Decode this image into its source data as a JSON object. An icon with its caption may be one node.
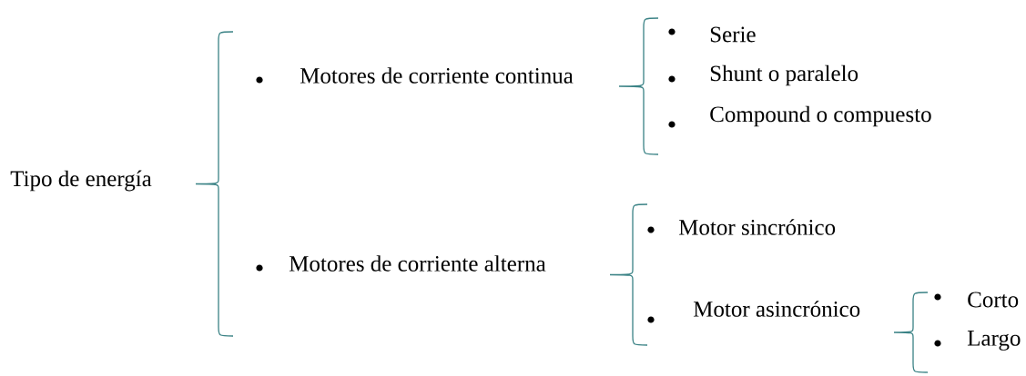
{
  "diagram": {
    "nodes": [
      {
        "text": [
          "Tipo de energía"
        ]
      },
      {
        "text": [
          "Motores de corriente continua"
        ]
      },
      {
        "text": [
          "Motores de corriente alterna"
        ]
      },
      {
        "text": [
          "Serie"
        ]
      },
      {
        "text": [
          "Shunt o paralelo"
        ]
      },
      {
        "text": [
          "Compound o compuesto"
        ]
      },
      {
        "text": [
          "Motor sincrónico"
        ]
      },
      {
        "text": [
          "Motor asincrónico"
        ]
      },
      {
        "text": [
          "Corto"
        ]
      },
      {
        "text": [
          "Largo"
        ]
      }
    ]
  }
}
